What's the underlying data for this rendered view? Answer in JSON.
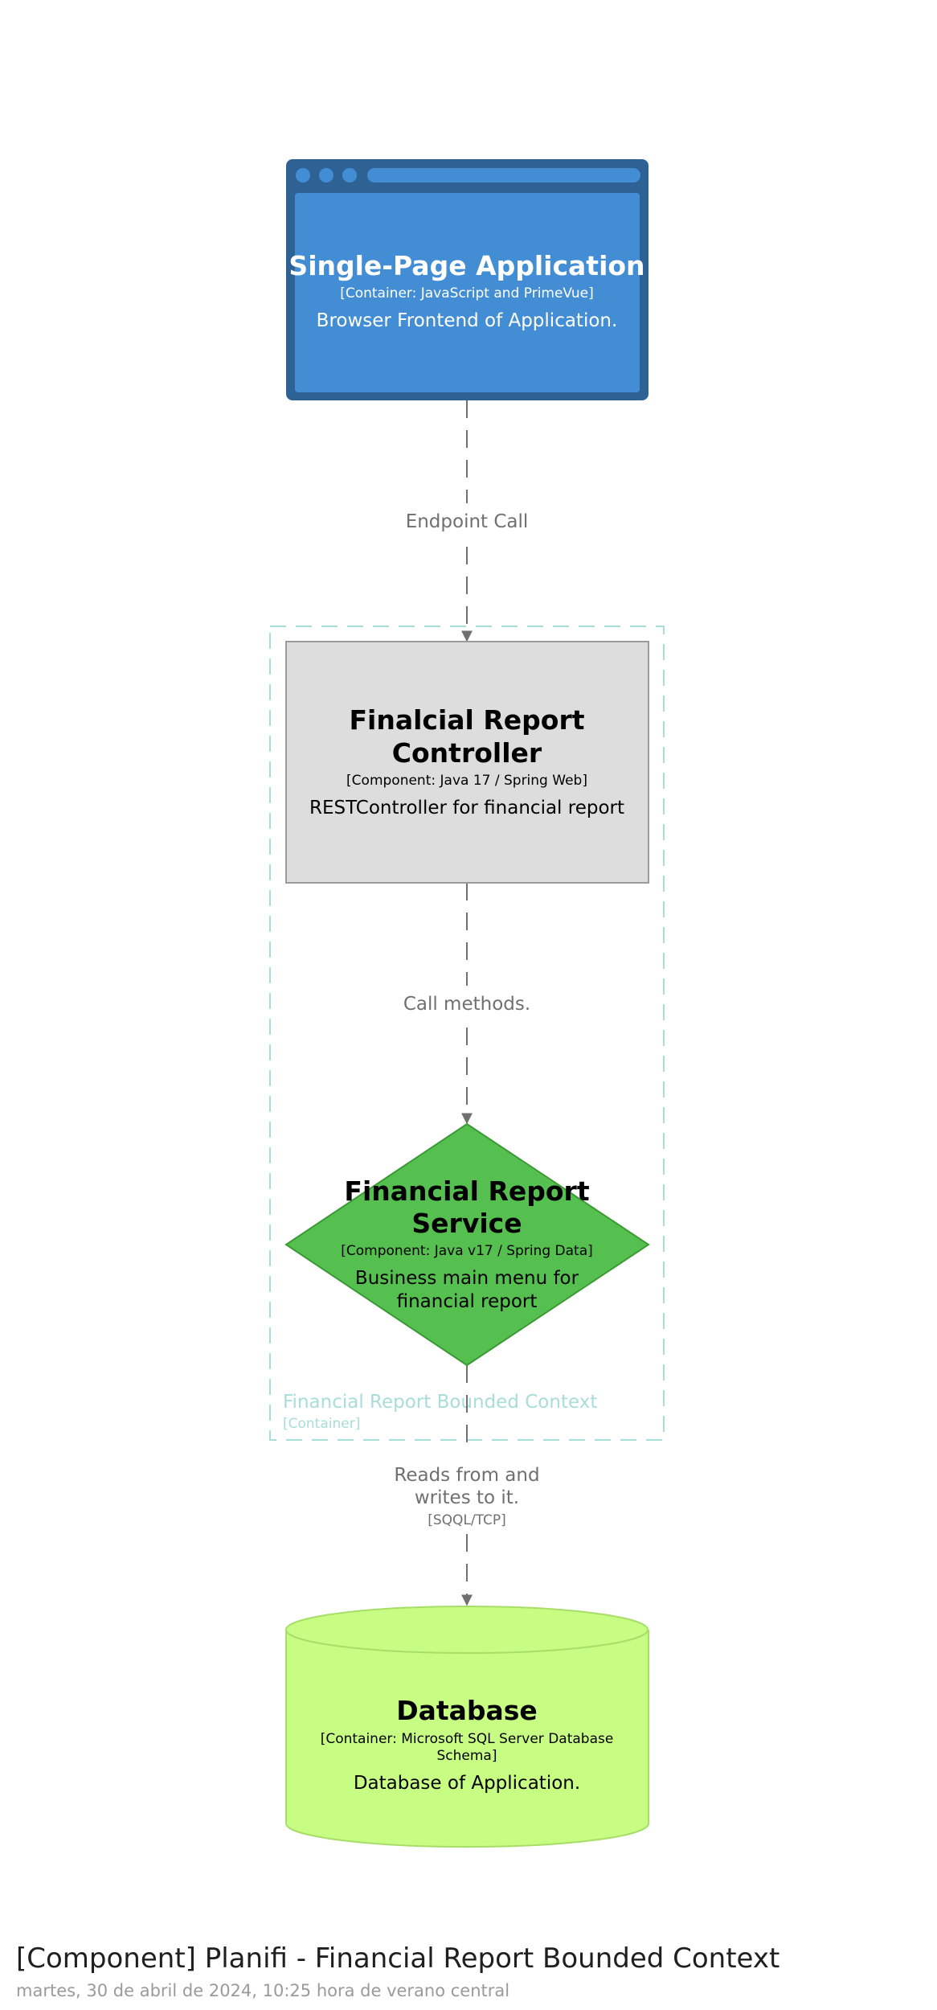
{
  "diagram": {
    "boundary": {
      "name": "Financial Report Bounded Context",
      "type": "[Container]",
      "color": "#a8ddd8"
    },
    "elements": {
      "spa": {
        "name": "Single-Page Application",
        "tech": "[Container: JavaScript and PrimeVue]",
        "description": "Browser Frontend of Application.",
        "fill": "#438dd5",
        "stroke": "#2e6295"
      },
      "controller": {
        "name_line1": "Finalcial Report",
        "name_line2": "Controller",
        "tech": "[Component: Java 17 / Spring Web]",
        "description": "RESTController for financial report",
        "fill": "#dddddd",
        "stroke": "#9a9a9a"
      },
      "service": {
        "name_line1": "Financial Report",
        "name_line2": "Service",
        "tech": "[Component: Java v17 / Spring Data]",
        "description_line1": "Business main menu for",
        "description_line2": "financial report",
        "fill": "#55bf4f",
        "stroke": "#3c9a36"
      },
      "database": {
        "name": "Database",
        "tech_line1": "[Container: Microsoft SQL Server Database",
        "tech_line2": "Schema]",
        "description": "Database of Application.",
        "fill": "#c8fd84",
        "stroke": "#a6de68"
      }
    },
    "relationships": {
      "spa_to_controller": {
        "label": "Endpoint Call"
      },
      "controller_to_service": {
        "label": "Call methods."
      },
      "service_to_database": {
        "label_line1": "Reads from and",
        "label_line2": "writes to it.",
        "tech": "[SQQL/TCP]"
      }
    },
    "line_color": "#707070"
  },
  "footer": {
    "title": "[Component] Planifi - Financial Report Bounded Context",
    "subtitle": "martes, 30 de abril de 2024, 10:25 hora de verano central"
  }
}
